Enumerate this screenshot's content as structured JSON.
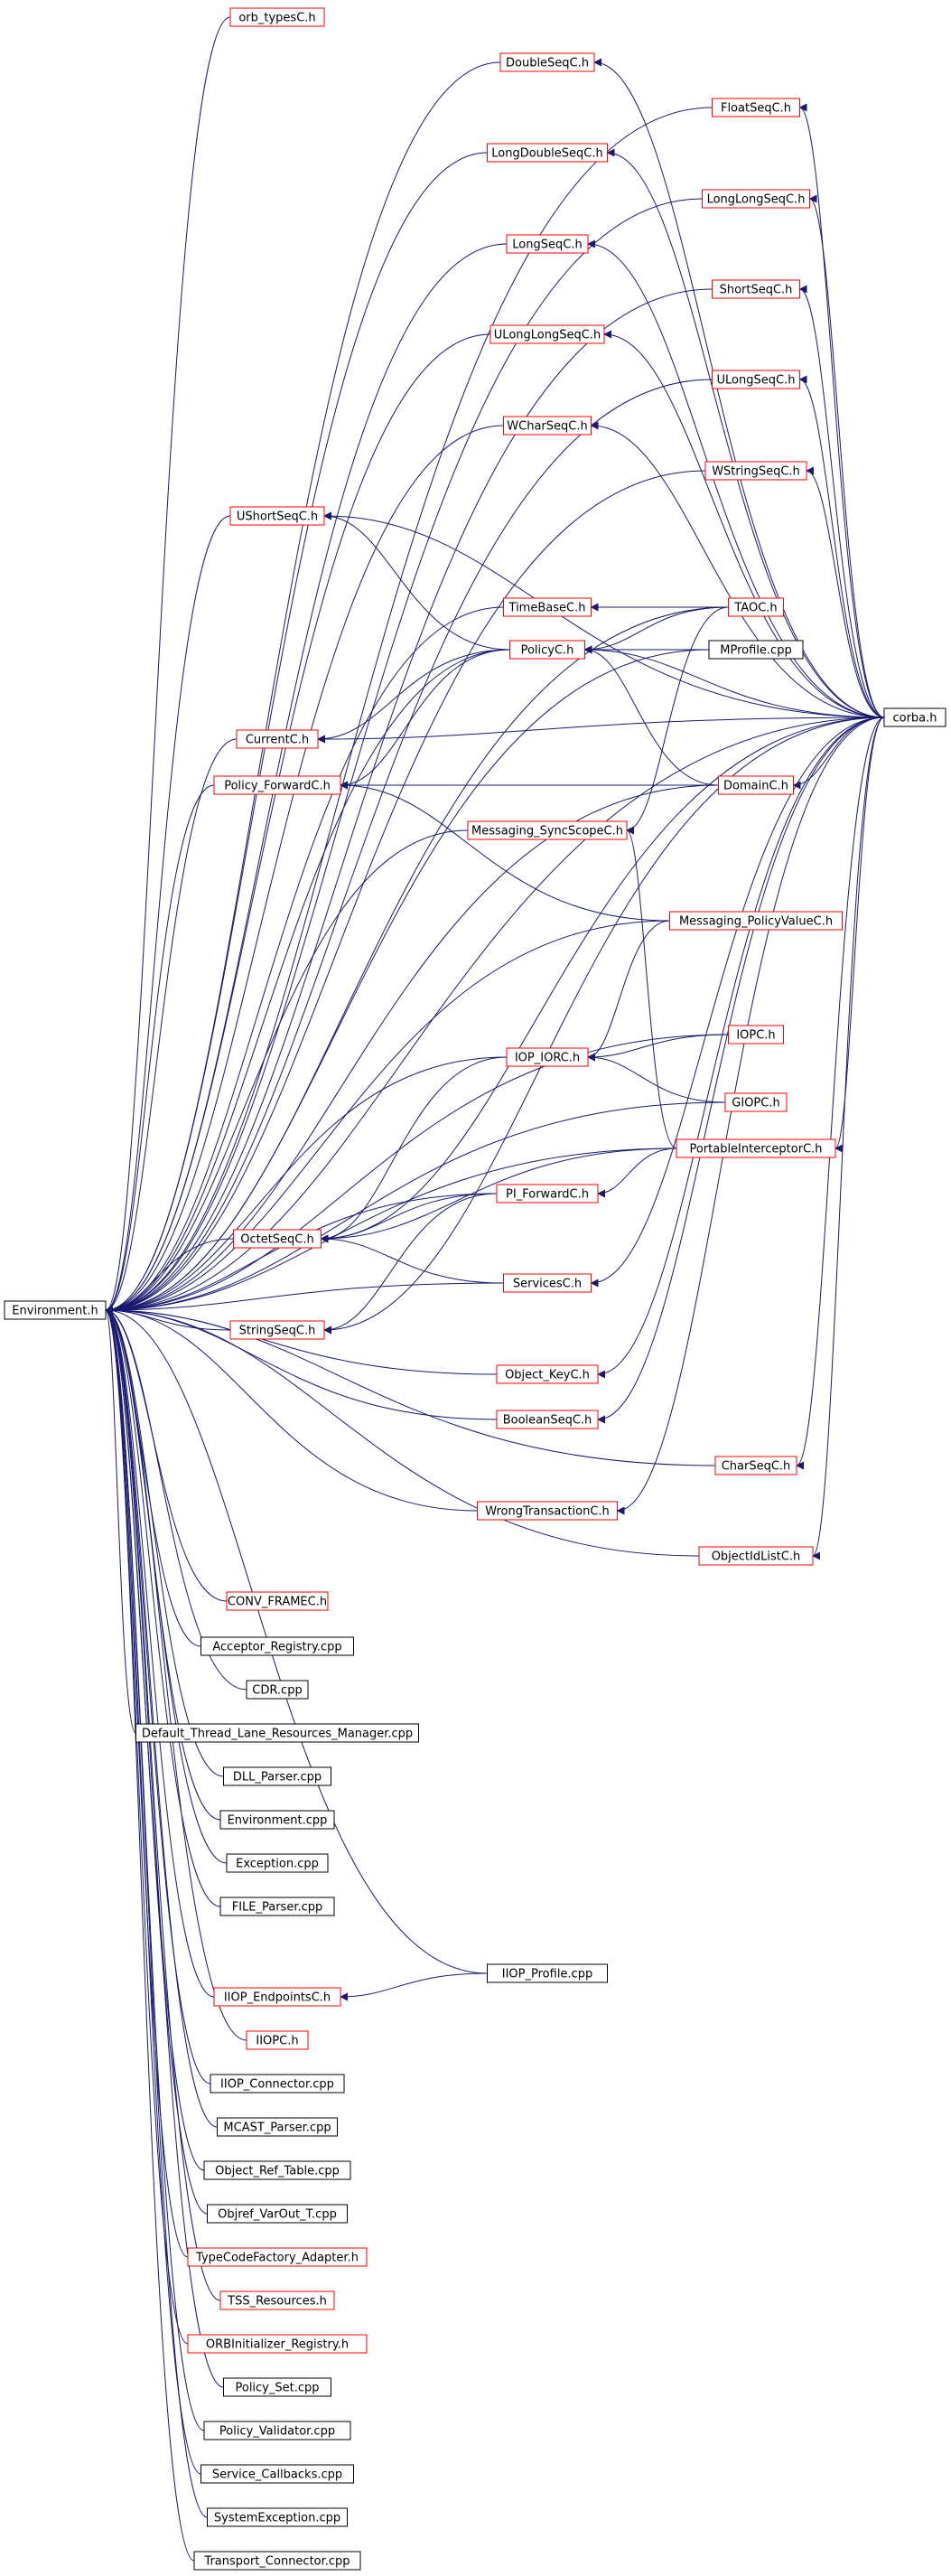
{
  "diagram": {
    "title": "",
    "colors": {
      "edge": "#191970",
      "arrowhead": "#191970",
      "root_fill": "#bfbfbf",
      "border_truncated": "#ff0000",
      "border_complete": "#000000",
      "text": "#000000",
      "background": "#ffffff"
    },
    "nodes": [
      {
        "id": "environment_h",
        "label": "Environment.h",
        "root": true,
        "border": "black"
      },
      {
        "id": "orb_typesC_h",
        "label": "orb_typesC.h",
        "border": "red"
      },
      {
        "id": "DoubleSeqC_h",
        "label": "DoubleSeqC.h",
        "border": "red"
      },
      {
        "id": "FloatSeqC_h",
        "label": "FloatSeqC.h",
        "border": "red"
      },
      {
        "id": "LongDoubleSeqC_h",
        "label": "LongDoubleSeqC.h",
        "border": "red"
      },
      {
        "id": "LongLongSeqC_h",
        "label": "LongLongSeqC.h",
        "border": "red"
      },
      {
        "id": "LongSeqC_h",
        "label": "LongSeqC.h",
        "border": "red"
      },
      {
        "id": "ShortSeqC_h",
        "label": "ShortSeqC.h",
        "border": "red"
      },
      {
        "id": "ULongLongSeqC_h",
        "label": "ULongLongSeqC.h",
        "border": "red"
      },
      {
        "id": "ULongSeqC_h",
        "label": "ULongSeqC.h",
        "border": "red"
      },
      {
        "id": "WCharSeqC_h",
        "label": "WCharSeqC.h",
        "border": "red"
      },
      {
        "id": "WStringSeqC_h",
        "label": "WStringSeqC.h",
        "border": "red"
      },
      {
        "id": "UShortSeqC_h",
        "label": "UShortSeqC.h",
        "border": "red"
      },
      {
        "id": "TimeBaseC_h",
        "label": "TimeBaseC.h",
        "border": "red"
      },
      {
        "id": "TAOC_h",
        "label": "TAOC.h",
        "border": "red"
      },
      {
        "id": "MProfile_cpp",
        "label": "MProfile.cpp",
        "border": "black"
      },
      {
        "id": "PolicyC_h",
        "label": "PolicyC.h",
        "border": "red"
      },
      {
        "id": "corba_h",
        "label": "corba.h",
        "border": "black"
      },
      {
        "id": "CurrentC_h",
        "label": "CurrentC.h",
        "border": "red"
      },
      {
        "id": "Policy_ForwardC_h",
        "label": "Policy_ForwardC.h",
        "border": "red"
      },
      {
        "id": "DomainC_h",
        "label": "DomainC.h",
        "border": "red"
      },
      {
        "id": "Messaging_SyncScopeC_h",
        "label": "Messaging_SyncScopeC.h",
        "border": "red"
      },
      {
        "id": "Messaging_PolicyValueC_h",
        "label": "Messaging_PolicyValueC.h",
        "border": "red"
      },
      {
        "id": "IOP_IORC_h",
        "label": "IOP_IORC.h",
        "border": "red"
      },
      {
        "id": "IOPC_h",
        "label": "IOPC.h",
        "border": "red"
      },
      {
        "id": "GIOPC_h",
        "label": "GIOPC.h",
        "border": "red"
      },
      {
        "id": "PortableInterceptorC_h",
        "label": "PortableInterceptorC.h",
        "border": "red"
      },
      {
        "id": "PI_ForwardC_h",
        "label": "PI_ForwardC.h",
        "border": "red"
      },
      {
        "id": "OctetSeqC_h",
        "label": "OctetSeqC.h",
        "border": "red"
      },
      {
        "id": "ServicesC_h",
        "label": "ServicesC.h",
        "border": "red"
      },
      {
        "id": "StringSeqC_h",
        "label": "StringSeqC.h",
        "border": "red"
      },
      {
        "id": "Object_KeyC_h",
        "label": "Object_KeyC.h",
        "border": "red"
      },
      {
        "id": "BooleanSeqC_h",
        "label": "BooleanSeqC.h",
        "border": "red"
      },
      {
        "id": "CharSeqC_h",
        "label": "CharSeqC.h",
        "border": "red"
      },
      {
        "id": "WrongTransactionC_h",
        "label": "WrongTransactionC.h",
        "border": "red"
      },
      {
        "id": "ObjectIdListC_h",
        "label": "ObjectIdListC.h",
        "border": "red"
      },
      {
        "id": "CONV_FRAMEC_h",
        "label": "CONV_FRAMEC.h",
        "border": "red"
      },
      {
        "id": "Acceptor_Registry_cpp",
        "label": "Acceptor_Registry.cpp",
        "border": "black"
      },
      {
        "id": "CDR_cpp",
        "label": "CDR.cpp",
        "border": "black"
      },
      {
        "id": "Default_Thread_Lane_Resources_Manager_cpp",
        "label": "Default_Thread_Lane_Resources_Manager.cpp",
        "border": "black"
      },
      {
        "id": "DLL_Parser_cpp",
        "label": "DLL_Parser.cpp",
        "border": "black"
      },
      {
        "id": "Environment_cpp",
        "label": "Environment.cpp",
        "border": "black"
      },
      {
        "id": "Exception_cpp",
        "label": "Exception.cpp",
        "border": "black"
      },
      {
        "id": "FILE_Parser_cpp",
        "label": "FILE_Parser.cpp",
        "border": "black"
      },
      {
        "id": "IIOP_Profile_cpp",
        "label": "IIOP_Profile.cpp",
        "border": "black"
      },
      {
        "id": "IIOP_EndpointsC_h",
        "label": "IIOP_EndpointsC.h",
        "border": "red"
      },
      {
        "id": "IIOPC_h",
        "label": "IIOPC.h",
        "border": "red"
      },
      {
        "id": "IIOP_Connector_cpp",
        "label": "IIOP_Connector.cpp",
        "border": "black"
      },
      {
        "id": "MCAST_Parser_cpp",
        "label": "MCAST_Parser.cpp",
        "border": "black"
      },
      {
        "id": "Object_Ref_Table_cpp",
        "label": "Object_Ref_Table.cpp",
        "border": "black"
      },
      {
        "id": "Objref_VarOut_T_cpp",
        "label": "Objref_VarOut_T.cpp",
        "border": "black"
      },
      {
        "id": "TypeCodeFactory_Adapter_h",
        "label": "TypeCodeFactory_Adapter.h",
        "border": "red"
      },
      {
        "id": "TSS_Resources_h",
        "label": "TSS_Resources.h",
        "border": "red"
      },
      {
        "id": "ORBInitializer_Registry_h",
        "label": "ORBInitializer_Registry.h",
        "border": "red"
      },
      {
        "id": "Policy_Set_cpp",
        "label": "Policy_Set.cpp",
        "border": "black"
      },
      {
        "id": "Policy_Validator_cpp",
        "label": "Policy_Validator.cpp",
        "border": "black"
      },
      {
        "id": "Service_Callbacks_cpp",
        "label": "Service_Callbacks.cpp",
        "border": "black"
      },
      {
        "id": "SystemException_cpp",
        "label": "SystemException.cpp",
        "border": "black"
      },
      {
        "id": "Transport_Connector_cpp",
        "label": "Transport_Connector.cpp",
        "border": "black"
      }
    ],
    "edges": [
      {
        "from": "orb_typesC_h",
        "to": "environment_h"
      },
      {
        "from": "DoubleSeqC_h",
        "to": "environment_h"
      },
      {
        "from": "FloatSeqC_h",
        "to": "environment_h"
      },
      {
        "from": "LongDoubleSeqC_h",
        "to": "environment_h"
      },
      {
        "from": "LongLongSeqC_h",
        "to": "environment_h"
      },
      {
        "from": "LongSeqC_h",
        "to": "environment_h"
      },
      {
        "from": "ShortSeqC_h",
        "to": "environment_h"
      },
      {
        "from": "ULongLongSeqC_h",
        "to": "environment_h"
      },
      {
        "from": "ULongSeqC_h",
        "to": "environment_h"
      },
      {
        "from": "WCharSeqC_h",
        "to": "environment_h"
      },
      {
        "from": "WStringSeqC_h",
        "to": "environment_h"
      },
      {
        "from": "UShortSeqC_h",
        "to": "environment_h"
      },
      {
        "from": "TimeBaseC_h",
        "to": "environment_h"
      },
      {
        "from": "TAOC_h",
        "to": "environment_h"
      },
      {
        "from": "MProfile_cpp",
        "to": "environment_h"
      },
      {
        "from": "PolicyC_h",
        "to": "environment_h"
      },
      {
        "from": "corba_h",
        "to": "environment_h"
      },
      {
        "from": "CurrentC_h",
        "to": "environment_h"
      },
      {
        "from": "Policy_ForwardC_h",
        "to": "environment_h"
      },
      {
        "from": "DomainC_h",
        "to": "environment_h"
      },
      {
        "from": "Messaging_SyncScopeC_h",
        "to": "environment_h"
      },
      {
        "from": "Messaging_PolicyValueC_h",
        "to": "environment_h"
      },
      {
        "from": "IOP_IORC_h",
        "to": "environment_h"
      },
      {
        "from": "IOPC_h",
        "to": "environment_h"
      },
      {
        "from": "GIOPC_h",
        "to": "environment_h"
      },
      {
        "from": "PortableInterceptorC_h",
        "to": "environment_h"
      },
      {
        "from": "PI_ForwardC_h",
        "to": "environment_h"
      },
      {
        "from": "OctetSeqC_h",
        "to": "environment_h"
      },
      {
        "from": "ServicesC_h",
        "to": "environment_h"
      },
      {
        "from": "StringSeqC_h",
        "to": "environment_h"
      },
      {
        "from": "Object_KeyC_h",
        "to": "environment_h"
      },
      {
        "from": "BooleanSeqC_h",
        "to": "environment_h"
      },
      {
        "from": "CharSeqC_h",
        "to": "environment_h"
      },
      {
        "from": "WrongTransactionC_h",
        "to": "environment_h"
      },
      {
        "from": "ObjectIdListC_h",
        "to": "environment_h"
      },
      {
        "from": "CONV_FRAMEC_h",
        "to": "environment_h"
      },
      {
        "from": "Acceptor_Registry_cpp",
        "to": "environment_h"
      },
      {
        "from": "CDR_cpp",
        "to": "environment_h"
      },
      {
        "from": "Default_Thread_Lane_Resources_Manager_cpp",
        "to": "environment_h"
      },
      {
        "from": "DLL_Parser_cpp",
        "to": "environment_h"
      },
      {
        "from": "Environment_cpp",
        "to": "environment_h"
      },
      {
        "from": "Exception_cpp",
        "to": "environment_h"
      },
      {
        "from": "FILE_Parser_cpp",
        "to": "environment_h"
      },
      {
        "from": "IIOP_Profile_cpp",
        "to": "environment_h"
      },
      {
        "from": "IIOP_EndpointsC_h",
        "to": "environment_h"
      },
      {
        "from": "IIOPC_h",
        "to": "environment_h"
      },
      {
        "from": "IIOP_Connector_cpp",
        "to": "environment_h"
      },
      {
        "from": "MCAST_Parser_cpp",
        "to": "environment_h"
      },
      {
        "from": "Object_Ref_Table_cpp",
        "to": "environment_h"
      },
      {
        "from": "Objref_VarOut_T_cpp",
        "to": "environment_h"
      },
      {
        "from": "TypeCodeFactory_Adapter_h",
        "to": "environment_h"
      },
      {
        "from": "TSS_Resources_h",
        "to": "environment_h"
      },
      {
        "from": "ORBInitializer_Registry_h",
        "to": "environment_h"
      },
      {
        "from": "Policy_Set_cpp",
        "to": "environment_h"
      },
      {
        "from": "Policy_Validator_cpp",
        "to": "environment_h"
      },
      {
        "from": "Service_Callbacks_cpp",
        "to": "environment_h"
      },
      {
        "from": "SystemException_cpp",
        "to": "environment_h"
      },
      {
        "from": "Transport_Connector_cpp",
        "to": "environment_h"
      },
      {
        "from": "corba_h",
        "to": "DoubleSeqC_h"
      },
      {
        "from": "corba_h",
        "to": "FloatSeqC_h"
      },
      {
        "from": "corba_h",
        "to": "LongDoubleSeqC_h"
      },
      {
        "from": "corba_h",
        "to": "LongLongSeqC_h"
      },
      {
        "from": "corba_h",
        "to": "LongSeqC_h"
      },
      {
        "from": "corba_h",
        "to": "ShortSeqC_h"
      },
      {
        "from": "corba_h",
        "to": "ULongLongSeqC_h"
      },
      {
        "from": "corba_h",
        "to": "ULongSeqC_h"
      },
      {
        "from": "corba_h",
        "to": "WCharSeqC_h"
      },
      {
        "from": "corba_h",
        "to": "WStringSeqC_h"
      },
      {
        "from": "corba_h",
        "to": "UShortSeqC_h"
      },
      {
        "from": "corba_h",
        "to": "PolicyC_h"
      },
      {
        "from": "corba_h",
        "to": "CurrentC_h"
      },
      {
        "from": "corba_h",
        "to": "DomainC_h"
      },
      {
        "from": "corba_h",
        "to": "PortableInterceptorC_h"
      },
      {
        "from": "corba_h",
        "to": "OctetSeqC_h"
      },
      {
        "from": "corba_h",
        "to": "StringSeqC_h"
      },
      {
        "from": "corba_h",
        "to": "ServicesC_h"
      },
      {
        "from": "corba_h",
        "to": "Object_KeyC_h"
      },
      {
        "from": "corba_h",
        "to": "BooleanSeqC_h"
      },
      {
        "from": "corba_h",
        "to": "CharSeqC_h"
      },
      {
        "from": "corba_h",
        "to": "WrongTransactionC_h"
      },
      {
        "from": "corba_h",
        "to": "ObjectIdListC_h"
      },
      {
        "from": "TAOC_h",
        "to": "TimeBaseC_h"
      },
      {
        "from": "TAOC_h",
        "to": "PolicyC_h"
      },
      {
        "from": "MProfile_cpp",
        "to": "PolicyC_h"
      },
      {
        "from": "DomainC_h",
        "to": "PolicyC_h"
      },
      {
        "from": "PolicyC_h",
        "to": "UShortSeqC_h"
      },
      {
        "from": "PolicyC_h",
        "to": "CurrentC_h"
      },
      {
        "from": "PolicyC_h",
        "to": "Policy_ForwardC_h"
      },
      {
        "from": "DomainC_h",
        "to": "Policy_ForwardC_h"
      },
      {
        "from": "TAOC_h",
        "to": "Messaging_SyncScopeC_h"
      },
      {
        "from": "Messaging_PolicyValueC_h",
        "to": "Policy_ForwardC_h"
      },
      {
        "from": "IOPC_h",
        "to": "IOP_IORC_h"
      },
      {
        "from": "GIOPC_h",
        "to": "IOP_IORC_h"
      },
      {
        "from": "Messaging_PolicyValueC_h",
        "to": "IOP_IORC_h"
      },
      {
        "from": "PortableInterceptorC_h",
        "to": "PI_ForwardC_h"
      },
      {
        "from": "PortableInterceptorC_h",
        "to": "Messaging_SyncScopeC_h"
      },
      {
        "from": "IOP_IORC_h",
        "to": "OctetSeqC_h"
      },
      {
        "from": "PI_ForwardC_h",
        "to": "OctetSeqC_h"
      },
      {
        "from": "PortableInterceptorC_h",
        "to": "OctetSeqC_h"
      },
      {
        "from": "ServicesC_h",
        "to": "OctetSeqC_h"
      },
      {
        "from": "PI_ForwardC_h",
        "to": "StringSeqC_h"
      },
      {
        "from": "IIOP_Profile_cpp",
        "to": "IIOP_EndpointsC_h"
      }
    ]
  }
}
